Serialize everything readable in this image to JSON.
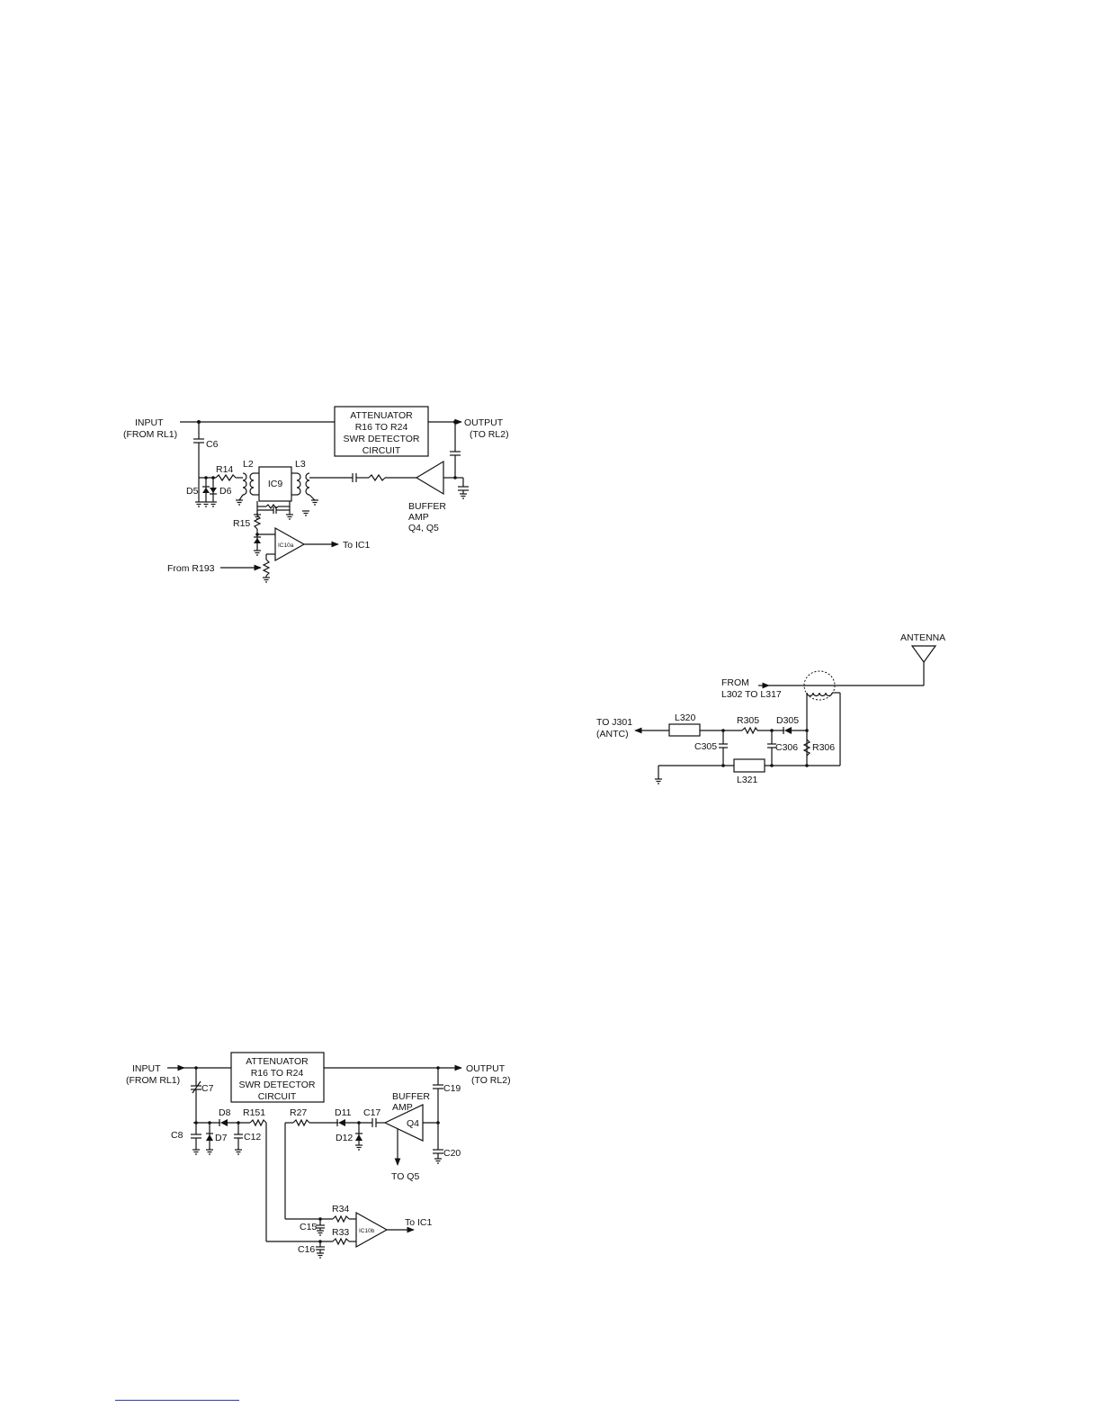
{
  "diagram1": {
    "input": "INPUT",
    "input_src": "(FROM RL1)",
    "box": [
      "ATTENUATOR",
      "R16 TO R24",
      "SWR DETECTOR",
      "CIRCUIT"
    ],
    "output": "OUTPUT",
    "output_dst": "(TO RL2)",
    "c6": "C6",
    "r14": "R14",
    "l2": "L2",
    "l3": "L3",
    "ic9": "IC9",
    "d5": "D5",
    "d6": "D6",
    "r15": "R15",
    "ic10a": "IC10a",
    "to_ic1": "To IC1",
    "from_r193": "From R193",
    "buffer": [
      "BUFFER",
      "AMP",
      "Q4, Q5"
    ]
  },
  "diagram2": {
    "antenna": "ANTENNA",
    "from": [
      "FROM",
      "L302 TO L317"
    ],
    "to_j301": [
      "TO J301",
      "(ANTC)"
    ],
    "l320": "L320",
    "r305": "R305",
    "d305": "D305",
    "c305": "C305",
    "c306": "C306",
    "r306": "R306",
    "l321": "L321"
  },
  "diagram3": {
    "input": "INPUT",
    "input_src": "(FROM RL1)",
    "box": [
      "ATTENUATOR",
      "R16 TO R24",
      "SWR DETECTOR",
      "CIRCUIT"
    ],
    "output": "OUTPUT",
    "output_dst": "(TO RL2)",
    "c7": "C7",
    "c8": "C8",
    "d8": "D8",
    "d7": "D7",
    "r151": "R151",
    "c12": "C12",
    "r27": "R27",
    "d11": "D11",
    "d12": "D12",
    "c17": "C17",
    "q4": "Q4",
    "buffer": [
      "BUFFER",
      "AMP"
    ],
    "c19": "C19",
    "c20": "C20",
    "to_q5": "TO Q5",
    "r34": "R34",
    "r33": "R33",
    "c15": "C15",
    "c16": "C16",
    "ic10b": "IC10b",
    "to_ic1": "To IC1"
  }
}
